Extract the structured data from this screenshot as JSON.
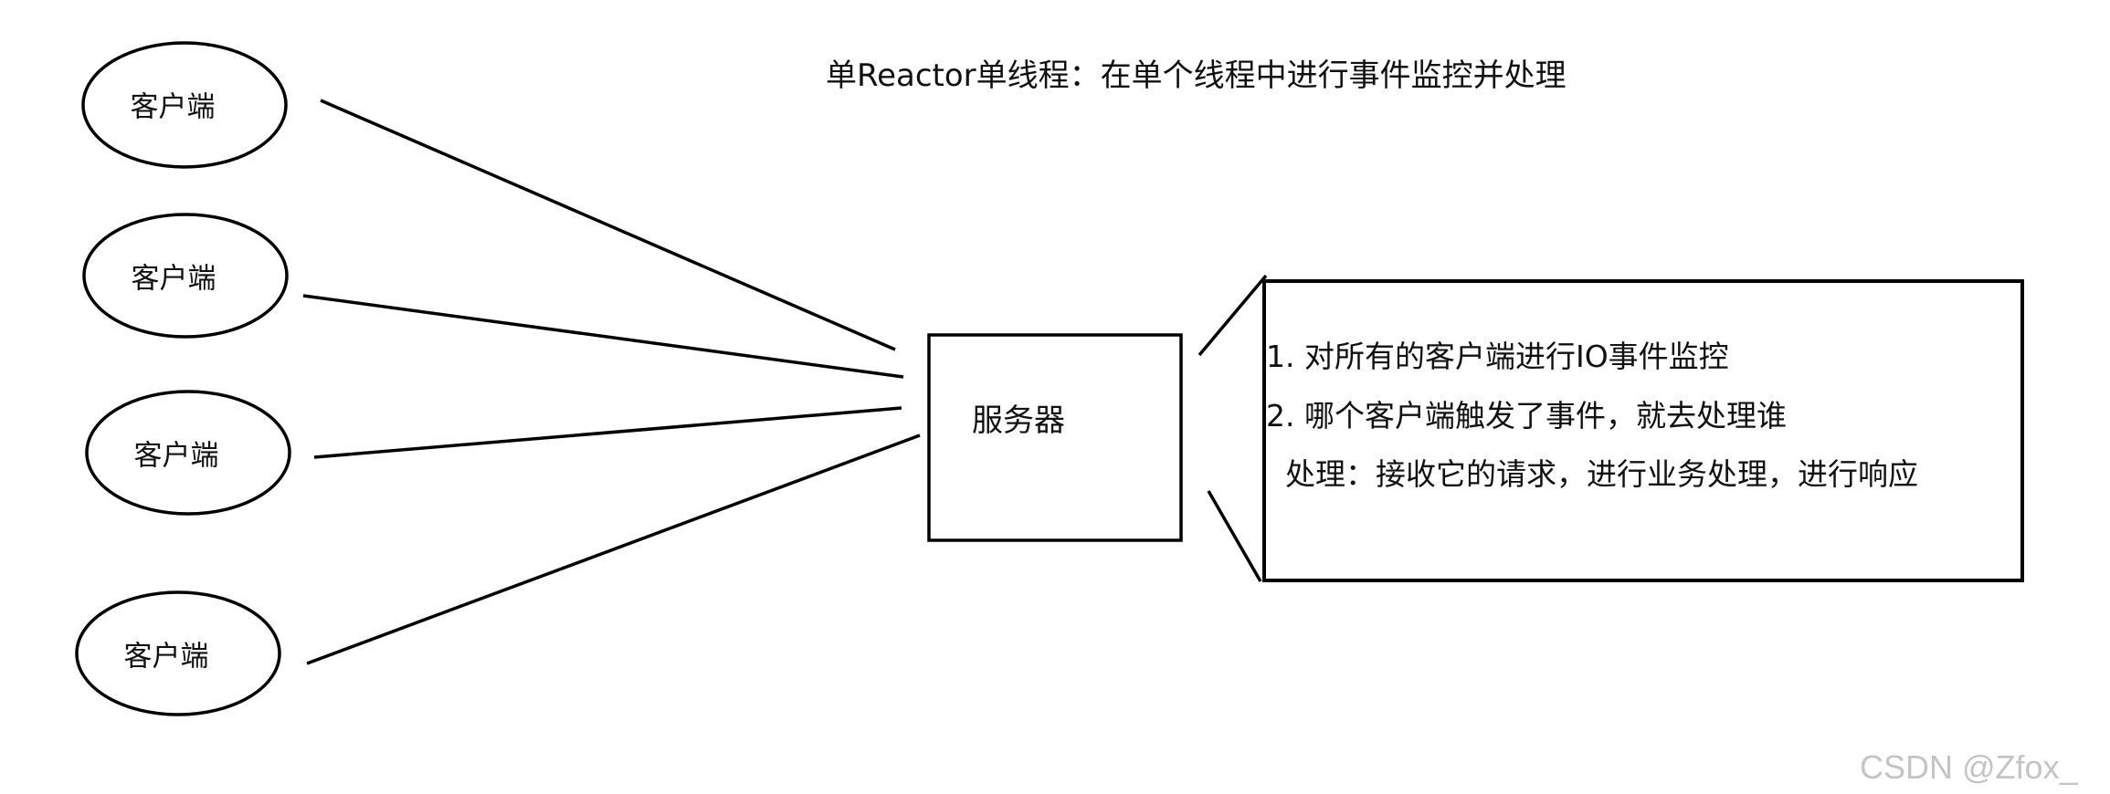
{
  "title": "单Reactor单线程：在单个线程中进行事件监控并处理",
  "clients": [
    "客户端",
    "客户端",
    "客户端",
    "客户端"
  ],
  "server_label": "服务器",
  "detail_lines": [
    "1. 对所有的客户端进行IO事件监控",
    "2. 哪个客户端触发了事件，就去处理谁",
    "处理：接收它的请求，进行业务处理，进行响应"
  ],
  "watermark": "CSDN @Zfox_"
}
